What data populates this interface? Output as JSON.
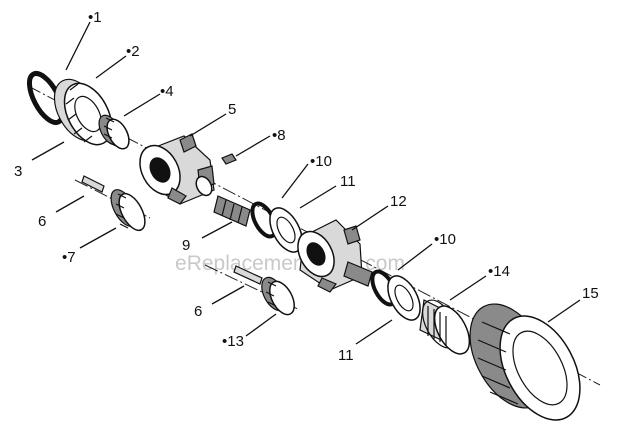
{
  "watermark": "eReplacementParts.com",
  "callouts": [
    {
      "id": "c1",
      "text": "•1"
    },
    {
      "id": "c2",
      "text": "•2"
    },
    {
      "id": "c3",
      "text": "3"
    },
    {
      "id": "c4",
      "text": "•4"
    },
    {
      "id": "c5",
      "text": "5"
    },
    {
      "id": "c6a",
      "text": "6"
    },
    {
      "id": "c7",
      "text": "•7"
    },
    {
      "id": "c8",
      "text": "•8"
    },
    {
      "id": "c9",
      "text": "9"
    },
    {
      "id": "c10a",
      "text": "•10"
    },
    {
      "id": "c11a",
      "text": "11"
    },
    {
      "id": "c12",
      "text": "12"
    },
    {
      "id": "c10b",
      "text": "•10"
    },
    {
      "id": "c6b",
      "text": "6"
    },
    {
      "id": "c14",
      "text": "•14"
    },
    {
      "id": "c13",
      "text": "•13"
    },
    {
      "id": "c11b",
      "text": "11"
    },
    {
      "id": "c15",
      "text": "15"
    }
  ]
}
